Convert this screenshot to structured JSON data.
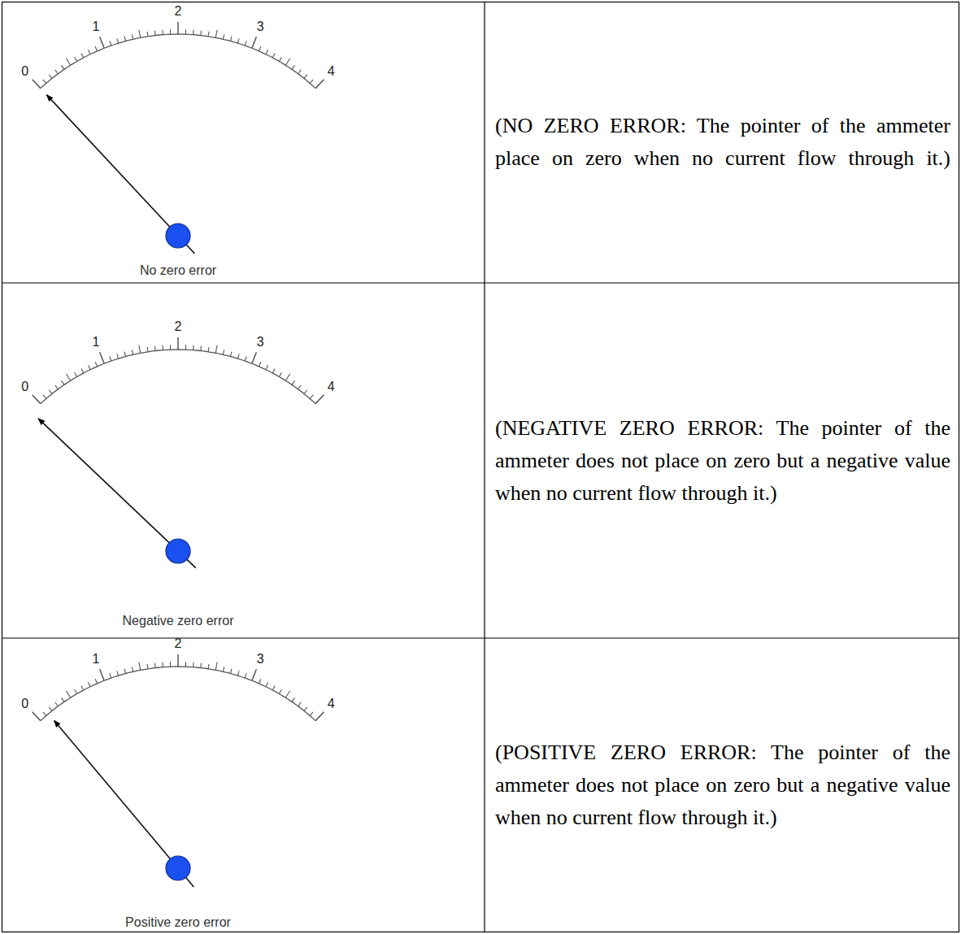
{
  "diagram": {
    "labels": [
      "0",
      "1",
      "2",
      "3",
      "4",
      "No zero error",
      "(NO ZERO ERROR: The pointer of the ammeter place on zero when no current flow through it.)",
      "0",
      "1",
      "2",
      "3",
      "4",
      "Negative zero error",
      "(NEGATIVE ZERO ERROR: The pointer of the ammeter does not place on zero but a negative value when no current flow through it.)",
      "0",
      "1",
      "2",
      "3",
      "4",
      "Positive zero error",
      "(POSITIVE ZERO ERROR: The pointer of the ammeter does not place on zero but a negative value when no current flow through it.)"
    ]
  }
}
